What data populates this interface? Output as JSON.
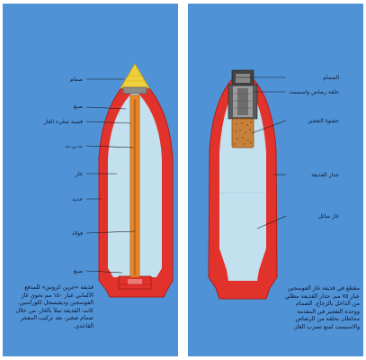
{
  "left_shell": {
    "labels": {
      "fuze": "صمام",
      "wedge_top": "صبغ",
      "burster_tube": "قصبة تمليء الغاز",
      "tnt": "ت.ن.ت",
      "gas": "غاز",
      "iron": "حديد",
      "steel": "فولاذ",
      "wedge_bottom": "صبغ"
    },
    "caption": "قذيفة «جرين كروس» للمدفع الألماني عيار ١٥٠ مم تحوي غاز الفوسجين وديفيسجل كلوراسين. كانت القذيفة تملأ بالغاز، من خلال صمام صغير، بعد تركيب المفجر القاعدي."
  },
  "right_shell": {
    "labels": {
      "fuze": "الصمام",
      "lead_ring": "حلقة رصاص واسبست",
      "burster_charge": "حشوة التفجير",
      "shell_wall": "جدار القذيفة",
      "liquid_gas": "غاز سائل"
    },
    "caption": "مقطع في قذيفة غاز الفوسجين عيار ٧٥ مم. جدار القذيفة مطلي من الداخل بالزجاج. الصمام ووحدة التفجير في المقدمة محاطان بحلقة من الرصاص والاسبست لمنع تسرب الغاز."
  },
  "colors": {
    "panel_blue": "#4f92d6",
    "shell_red": "#e2322c",
    "gas_pale_blue": "#c3e0ee",
    "fuze_yellow": "#f0cf3c",
    "tube_orange": "#e98a2a"
  }
}
